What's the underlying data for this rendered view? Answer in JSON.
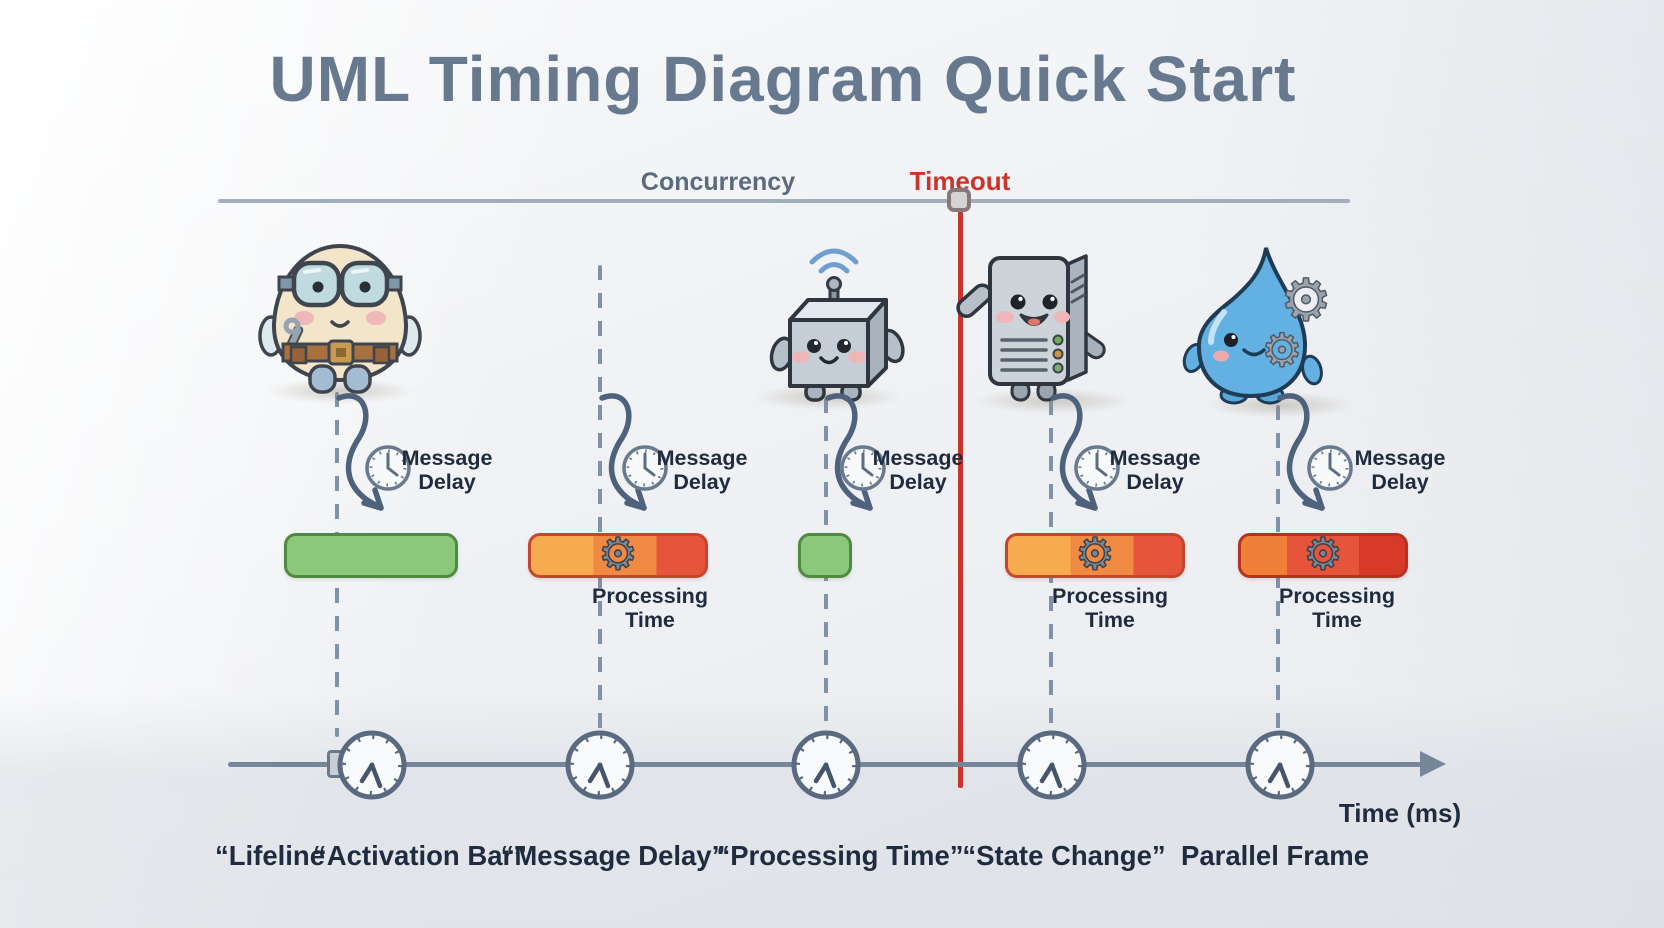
{
  "title": "UML Timing Diagram Quick Start",
  "frame": {
    "concurrency_label": "Concurrency",
    "timeout_label": "Timeout"
  },
  "annotations": {
    "message_delay": {
      "line1": "Message",
      "line2": "Delay"
    },
    "processing_time": {
      "line1": "Processing",
      "line2": "Time"
    }
  },
  "axis": {
    "time_label": "Time (ms)"
  },
  "glossary": [
    "“Lifeline",
    "“Activation Bar”",
    "“Message Delay”",
    "“Processing Time”",
    "“State Change”",
    "Parallel Frame"
  ],
  "characters": [
    "engineer-mascot",
    "cube-robot",
    "server-tower",
    "water-droplet"
  ],
  "icons": {
    "gear": "⚙"
  },
  "colors": {
    "bg": "#eef0f3",
    "title": "#66798f",
    "text": "#1f2b3e",
    "subtext": "#5a6b80",
    "red": "#c9352b",
    "frameline": "#a3aebb",
    "dash": "#7f92a8",
    "arrow": "#4e617d",
    "green": "#8cc87c",
    "greenborder": "#4e8a3f",
    "or1": "#f7ab4f",
    "or2": "#f08a42",
    "red1": "#e6543b",
    "red2": "#d83a29",
    "or5": "#f08038",
    "orborder": "#c6452e",
    "redborder": "#b53124",
    "gear": "#7d8794",
    "gearstroke": "#3a414b",
    "timeline": "#76879c",
    "clockstroke": "#5a6a80",
    "clockface": "#f9fafb"
  }
}
